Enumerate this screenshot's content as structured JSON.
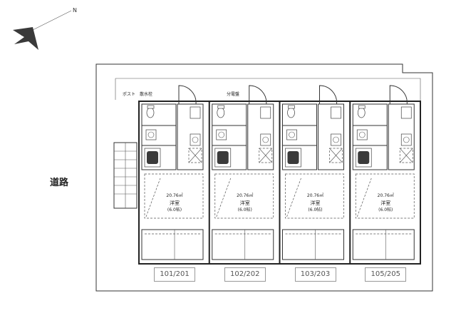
{
  "road_label": "道路",
  "mailbox_label": "ポスト",
  "water_label": "散水栓",
  "meter_label": "分電盤",
  "units": [
    {
      "name": "101/201",
      "area": "20.76㎡",
      "room": "洋室",
      "tatami": "(6.0帖)"
    },
    {
      "name": "102/202",
      "area": "20.76㎡",
      "room": "洋室",
      "tatami": "(6.0帖)"
    },
    {
      "name": "103/203",
      "area": "20.76㎡",
      "room": "洋室",
      "tatami": "(6.0帖)"
    },
    {
      "name": "105/205",
      "area": "20.76㎡",
      "room": "洋室",
      "tatami": "(6.0帖)"
    }
  ],
  "colors": {
    "line": "#333333",
    "background": "#ffffff"
  }
}
